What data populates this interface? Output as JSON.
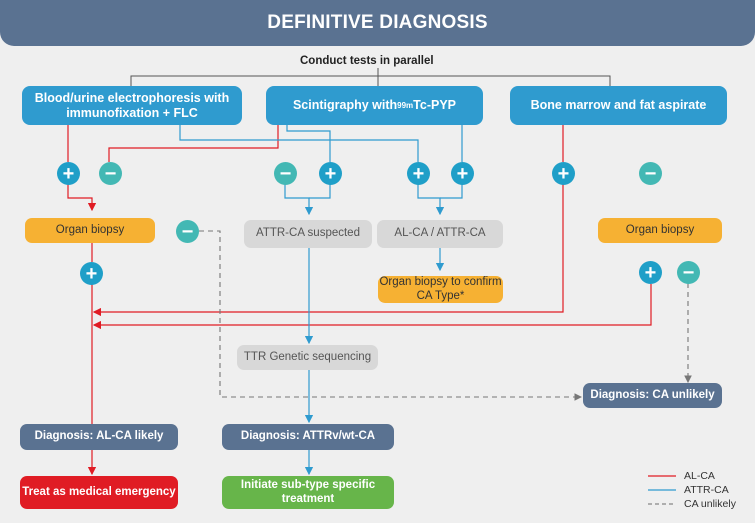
{
  "header": {
    "title": "DEFINITIVE DIAGNOSIS"
  },
  "subtitle": "Conduct tests in parallel",
  "tests": {
    "electrophoresis": "Blood/urine electrophoresis with immunofixation + FLC",
    "scintigraphy_prefix": "Scintigraphy with ",
    "scintigraphy_sup": "99m",
    "scintigraphy_suffix": "Tc-PYP",
    "bone_marrow": "Bone marrow and fat aspirate"
  },
  "nodes": {
    "organ_biopsy_left": "Organ biopsy",
    "attr_suspected": "ATTR-CA suspected",
    "al_attr": "AL-CA / ATTR-CA",
    "organ_biopsy_confirm": "Organ biopsy to confirm CA Type*",
    "organ_biopsy_right": "Organ biopsy",
    "ttr_genetic": "TTR Genetic sequencing",
    "ca_unlikely": "Diagnosis: CA unlikely",
    "al_likely": "Diagnosis: AL-CA likely",
    "attr_wt": "Diagnosis: ATTRv/wt-CA",
    "treat_emergency": "Treat as medical emergency",
    "initiate_treatment": "Initiate sub-type specific treatment"
  },
  "symbols": {
    "plus": "+",
    "minus": "−"
  },
  "legend": [
    {
      "label": "AL-CA",
      "color": "#e01c24",
      "style": "solid"
    },
    {
      "label": "ATTR-CA",
      "color": "#2f9bcf",
      "style": "solid"
    },
    {
      "label": "CA unlikely",
      "color": "#888888",
      "style": "dashed"
    }
  ]
}
